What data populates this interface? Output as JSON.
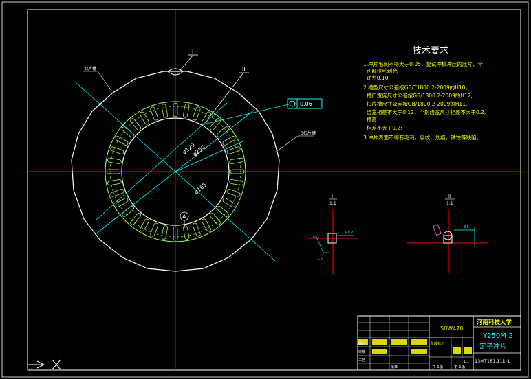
{
  "colors": {
    "background": "#000000",
    "frame": "#ffffff",
    "part": "#ffffff",
    "centerline": "#ff0000",
    "teeth": "#aaff55",
    "dimension": "#00ffff",
    "text_yellow": "#ffff00",
    "title_cyan": "#00ffff",
    "title_box": "#00ffff"
  },
  "requirements": {
    "title": "技术要求",
    "lines": [
      "1.冲片毛刺不得大于0.05，复试冲模冲压的压片，个",
      "  别部位毛刺允",
      "  许为0.10;",
      "2.槽型尺寸公差按GB/T1800.2-2009的H10。",
      "  槽口宽度尺寸公差按GB/1800.2-2009的H12,",
      "  扣片槽尺寸公差按GB/1800.2-2009的H11,",
      "  齿宽相差不大于0.12，个别齿宽尺寸相差不大于0.2,",
      "  槽高",
      "  相差不大于0.2;",
      "3.冲片表面不得有毛刺，裂纹，划痕，锈蚀等缺陷。"
    ]
  },
  "dimensions": {
    "d1": "φ129",
    "d2": "φ250",
    "d3": "φ165",
    "tolerance": "0.06",
    "datum": "A"
  },
  "markers": {
    "section1": "I",
    "section2": "II",
    "scale": "1:1",
    "left_note": "扣片槽",
    "right_note": "3扣片槽"
  },
  "detail": {
    "dim_a": "R0.2",
    "dim_b": "1.6",
    "dim_c": "3.5"
  },
  "title_block": {
    "university": "河南科技大学",
    "model": "Y250M-2",
    "part_name": "定子冲片",
    "material": "50W470",
    "drawing_no": "13MT181.111-1",
    "scale": "1:1",
    "sheet_total": "共 1张",
    "sheet_no": "第 1张",
    "row_labels": [
      "设计",
      "审核",
      "工艺",
      "批准"
    ],
    "stage_label": "阶段标记"
  }
}
